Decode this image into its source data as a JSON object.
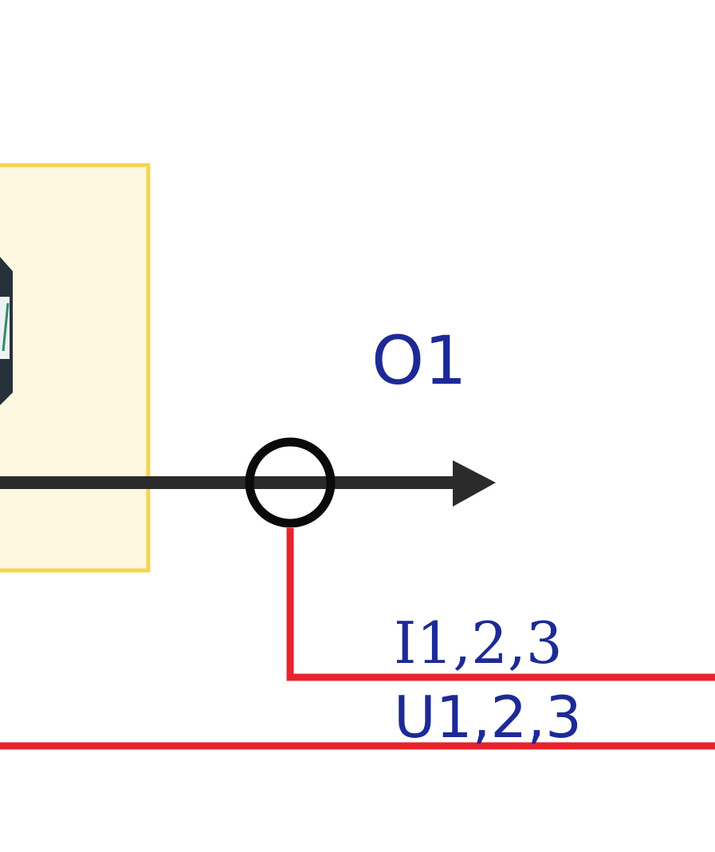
{
  "colors": {
    "panel_fill": "#fef8e0",
    "panel_border": "#f6d44b",
    "bus_line": "#2b2b2b",
    "measurement_line": "#e8242d",
    "sensor_ring": "#0a0a0a",
    "label_text": "#1d2a96",
    "device_dark": "#27313a",
    "device_accent": "#2e8a74"
  },
  "labels": {
    "output": "O1",
    "current": "I1,2,3",
    "voltage": "U1,2,3"
  },
  "icons": {
    "device": "device-icon",
    "sensor": "current-sensor-icon",
    "arrow": "arrow-right-icon"
  }
}
